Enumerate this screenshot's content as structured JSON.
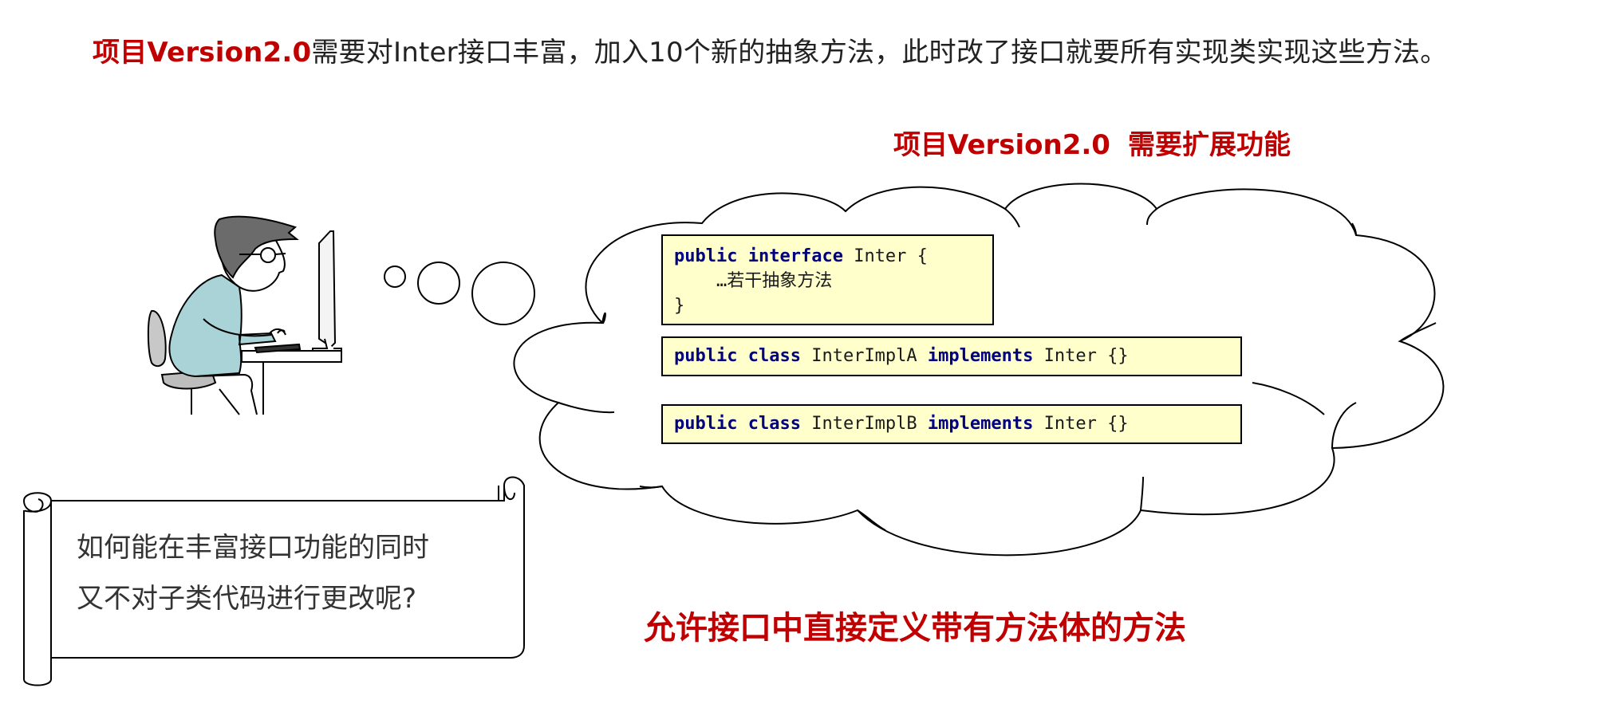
{
  "header": {
    "project_label": "项目Version2.0",
    "description": "需要对Inter接口丰富，加入10个新的抽象方法，此时改了接口就要所有实现类实现这些方法。"
  },
  "cloud": {
    "title_project": "项目Version2.0",
    "title_need": "需要扩展功能",
    "interface_box": {
      "kw1": "public",
      "kw2": "interface",
      "name": " Inter {",
      "body": "    …若干抽象方法",
      "close": "}"
    },
    "impl_a": {
      "kw1": "public",
      "kw2": "class",
      "name": " InterImplA ",
      "kw3": "implements",
      "rest": " Inter {}"
    },
    "impl_b": {
      "kw1": "public",
      "kw2": "class",
      "name": " InterImplB ",
      "kw3": "implements",
      "rest": " Inter {}"
    }
  },
  "scroll": {
    "line1": "如何能在丰富接口功能的同时",
    "line2": "又不对子类代码进行更改呢?"
  },
  "answer": "允许接口中直接定义带有方法体的方法",
  "colors": {
    "accent_red": "#c00000",
    "code_bg": "#ffffcc",
    "keyword": "#000080",
    "shirt": "#a9d3d6"
  }
}
